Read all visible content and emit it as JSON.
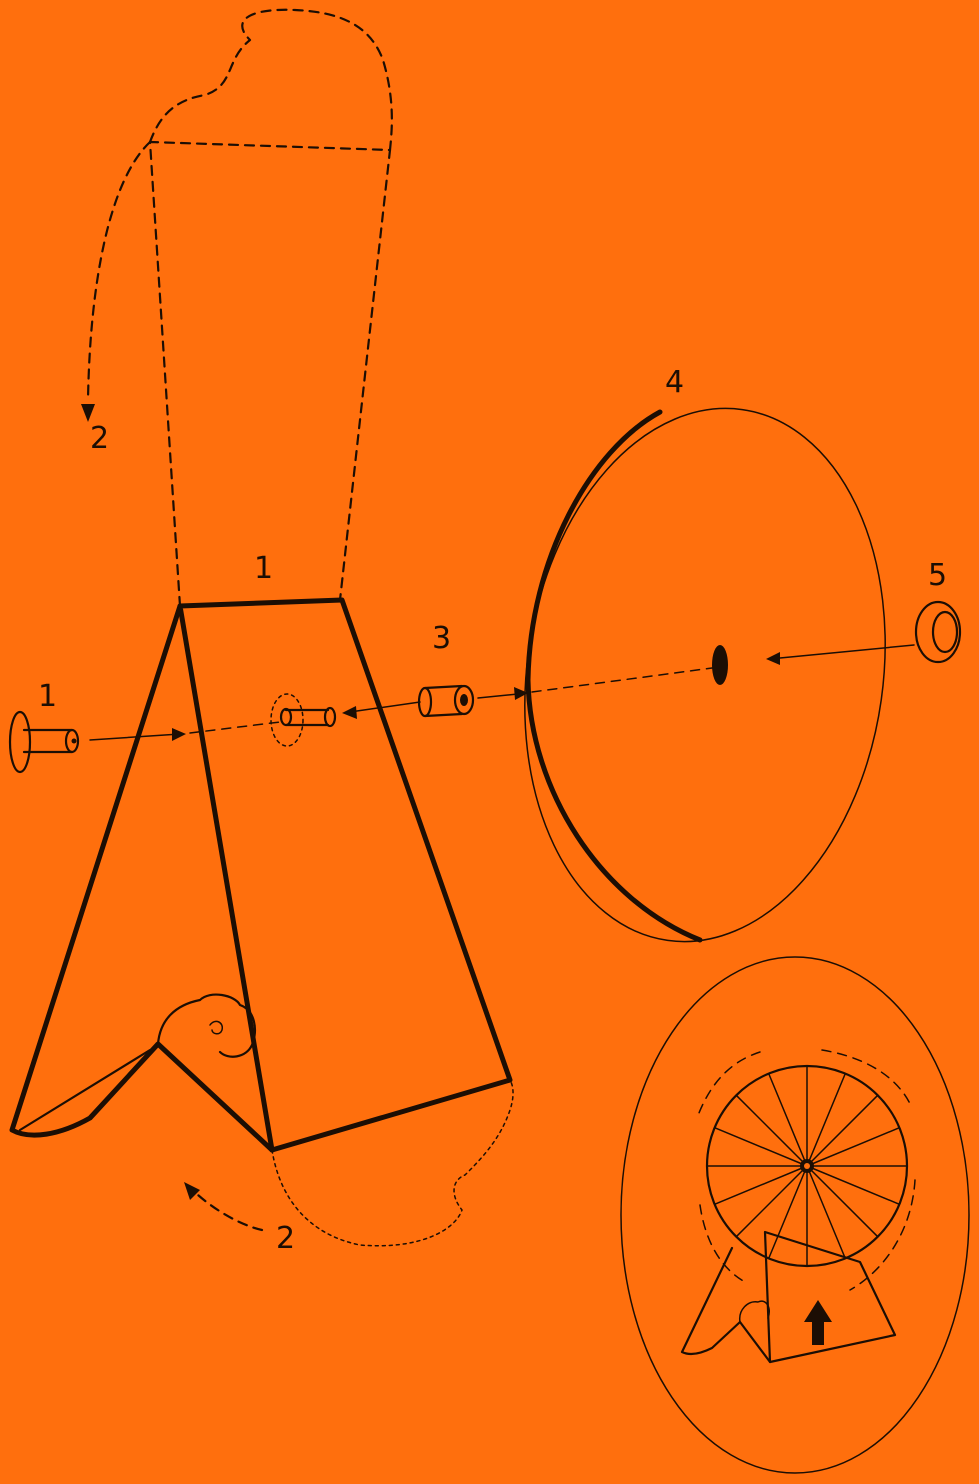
{
  "background_color": "#ff6f0d",
  "ink_color": "#1c0e04",
  "labels": {
    "part_1_panel": "1",
    "part_1_axle": "1",
    "part_2_top": "2",
    "part_2_bottom": "2",
    "part_3": "3",
    "part_4": "4",
    "part_5": "5"
  }
}
